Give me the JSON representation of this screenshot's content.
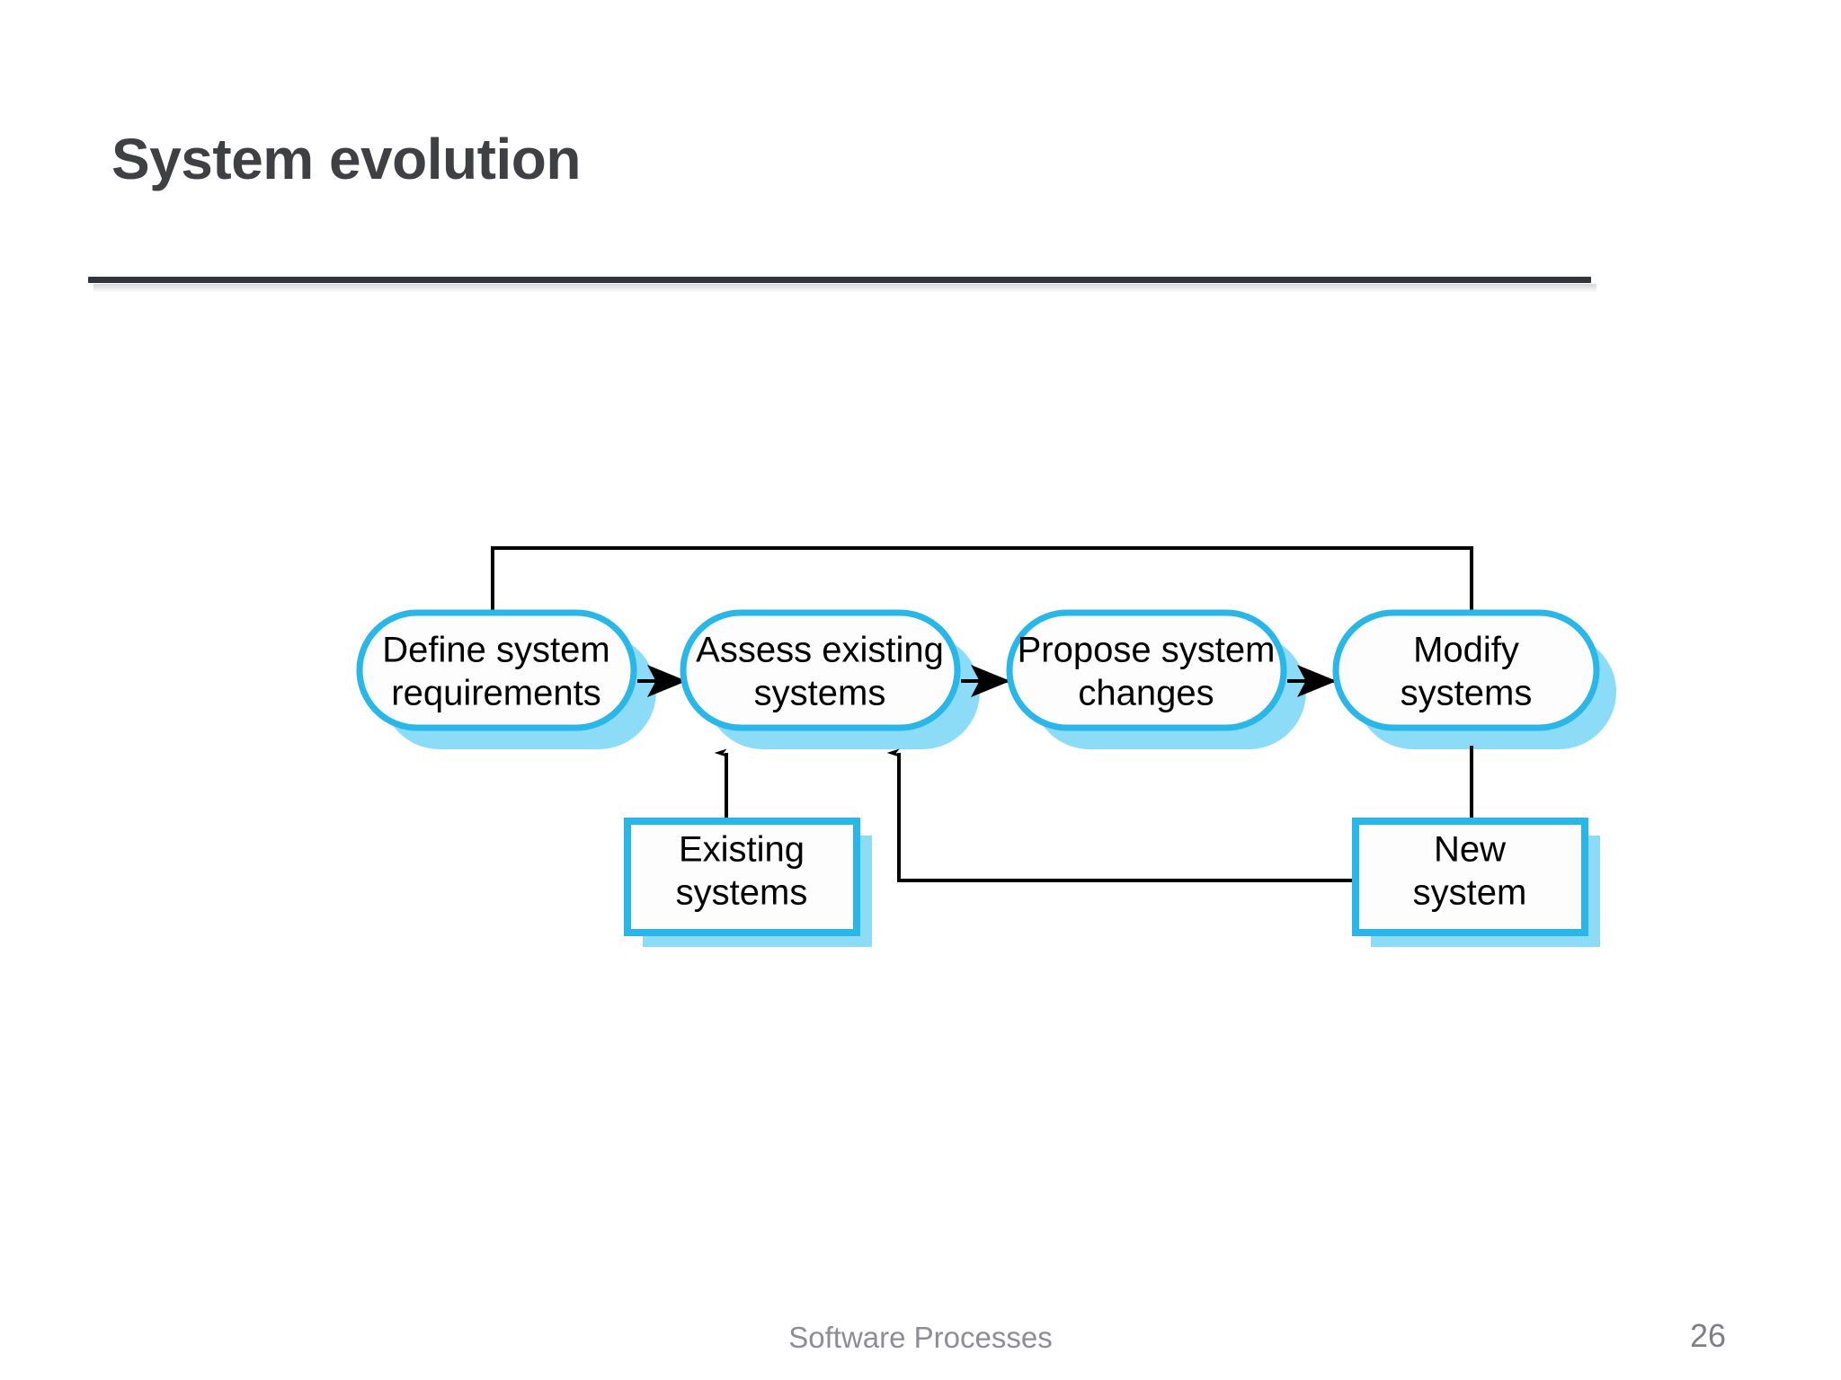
{
  "slide": {
    "title": "System evolution",
    "footer": "Software Processes",
    "page_number": "26",
    "background_color": "#ffffff",
    "title_color": "#3f4044",
    "divider_color": "#32343a",
    "footer_color": "#8d8e93"
  },
  "colors": {
    "node_border": "#29b6e8",
    "node_fill": "#fdfdfd",
    "node_shadow": "#8ddcf7",
    "connector": "#000000"
  },
  "diagram": {
    "type": "process-flow",
    "title": "System evolution process",
    "process_nodes": [
      {
        "id": "define-system-requirements",
        "shape": "rounded-pill",
        "line1": "Define system",
        "line2": "requirements"
      },
      {
        "id": "assess-existing-systems",
        "shape": "rounded-pill",
        "line1": "Assess existing",
        "line2": "systems"
      },
      {
        "id": "propose-system-changes",
        "shape": "rounded-pill",
        "line1": "Propose system",
        "line2": "changes"
      },
      {
        "id": "modify-systems",
        "shape": "rounded-pill",
        "line1": "Modify",
        "line2": "systems"
      }
    ],
    "data_nodes": [
      {
        "id": "existing-systems",
        "shape": "rectangle",
        "line1": "Existing",
        "line2": "systems"
      },
      {
        "id": "new-system",
        "shape": "rectangle",
        "line1": "New",
        "line2": "system"
      }
    ],
    "connections": [
      {
        "from": "define-system-requirements",
        "to": "assess-existing-systems",
        "style": "arrow-right"
      },
      {
        "from": "assess-existing-systems",
        "to": "propose-system-changes",
        "style": "arrow-right"
      },
      {
        "from": "propose-system-changes",
        "to": "modify-systems",
        "style": "arrow-right"
      },
      {
        "from": "modify-systems",
        "to": "define-system-requirements",
        "style": "feedback-loop-top"
      },
      {
        "from": "existing-systems",
        "to": "assess-existing-systems",
        "style": "arrow-up"
      },
      {
        "from": "modify-systems",
        "to": "new-system",
        "style": "arrow-down"
      },
      {
        "from": "new-system",
        "to": "assess-existing-systems",
        "style": "feedback-loop-bottom"
      }
    ]
  }
}
